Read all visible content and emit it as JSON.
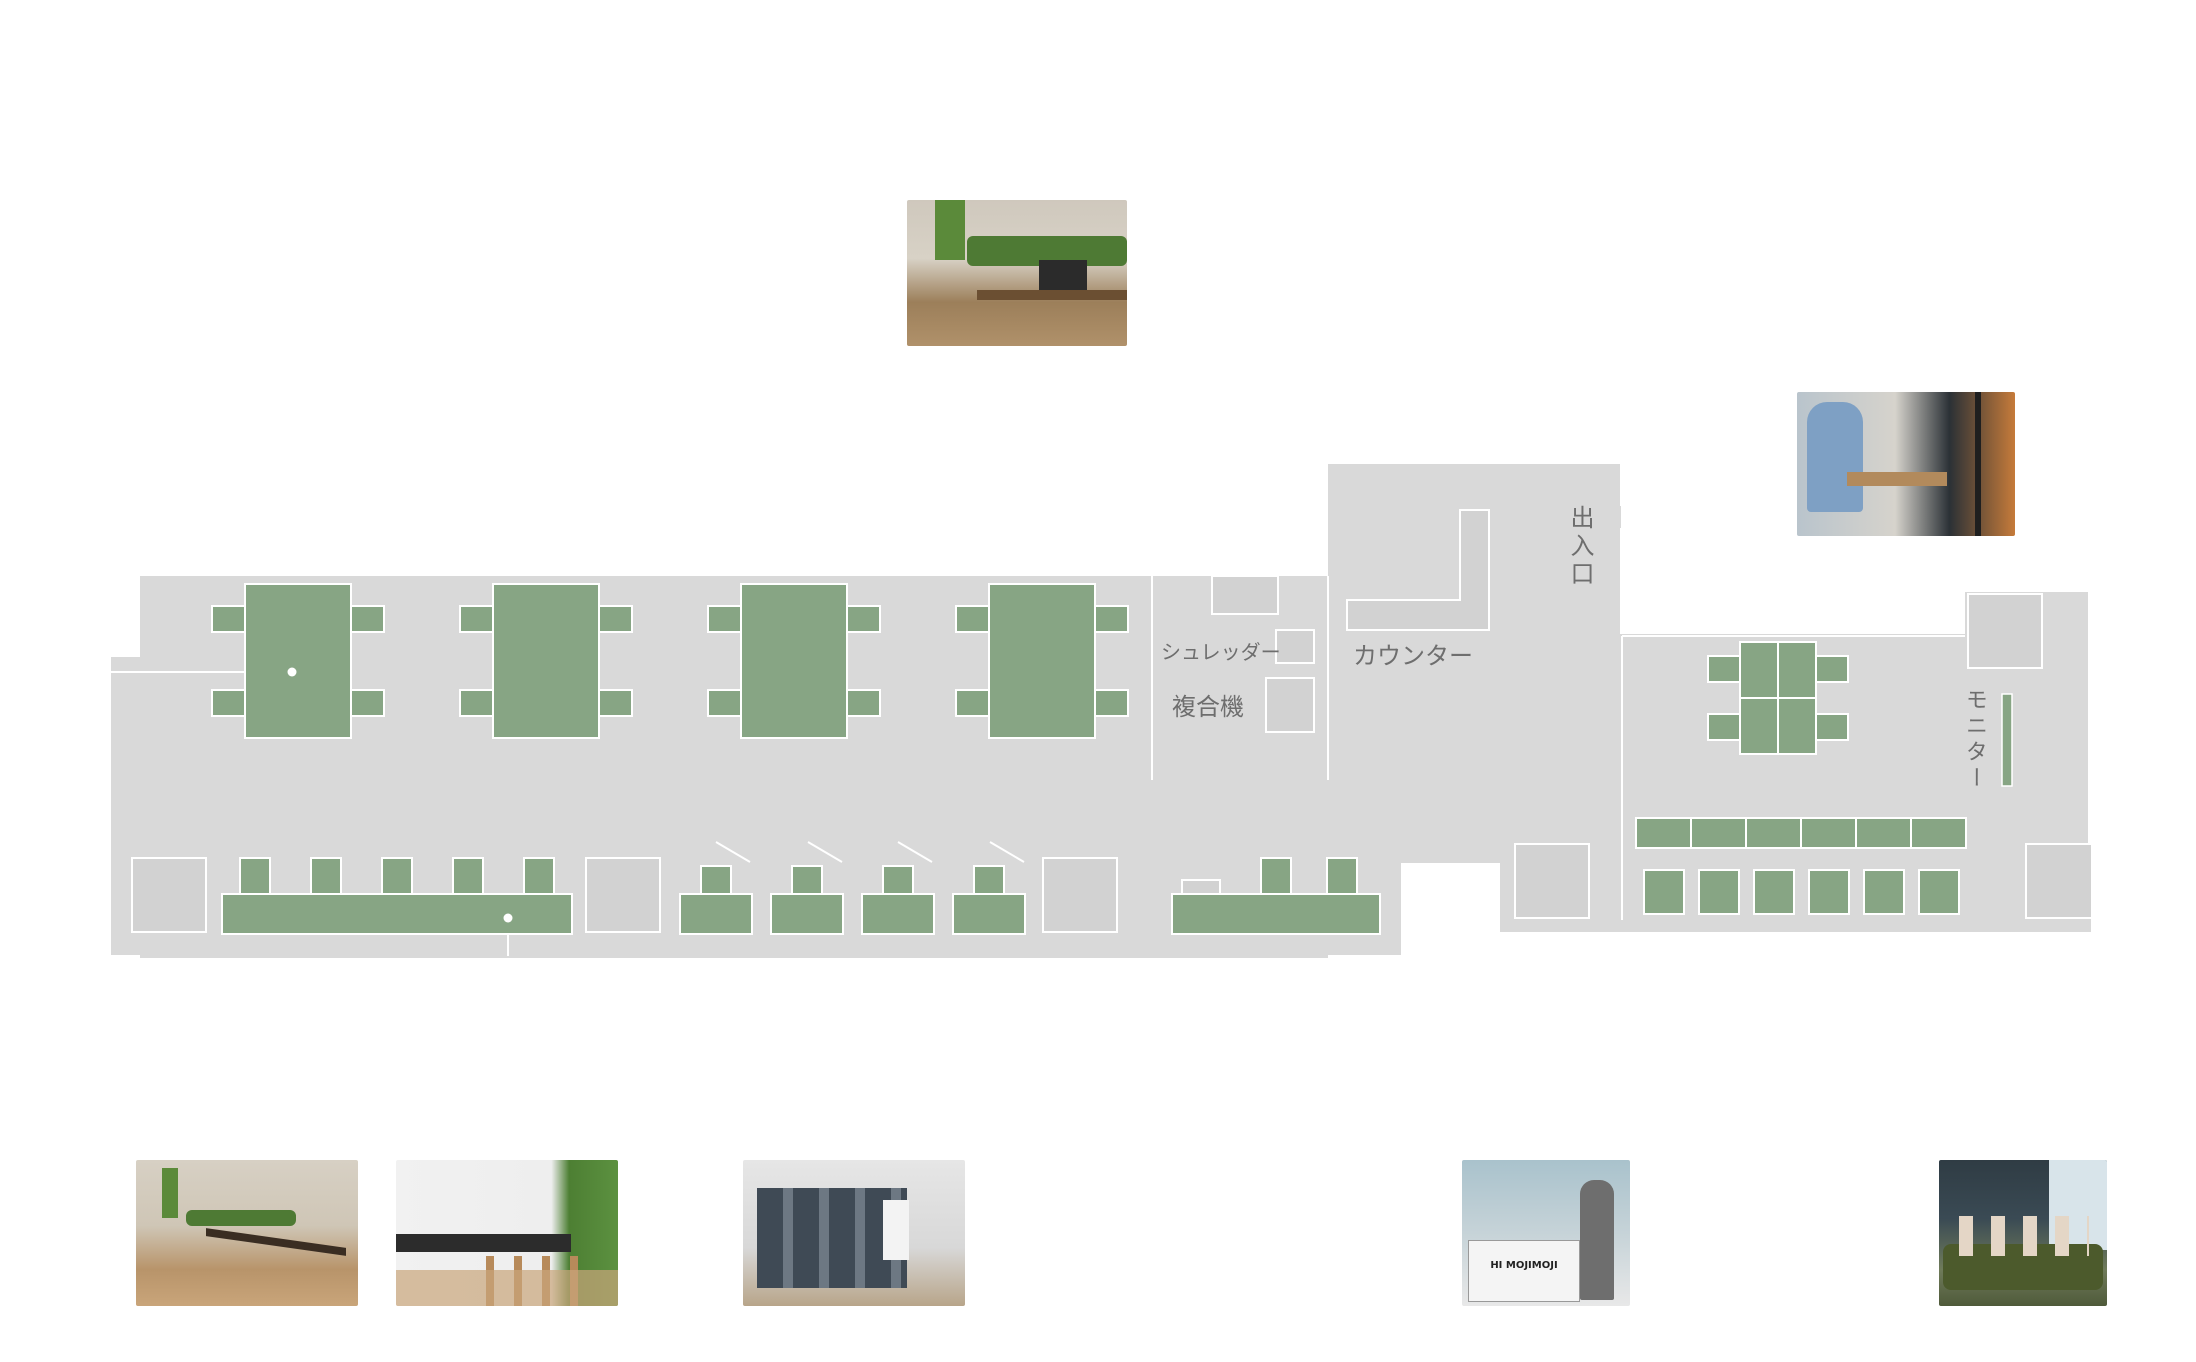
{
  "labels": {
    "shredder": "シュレッダー",
    "copier": "複合機",
    "counter": "カウンター",
    "entrance": "出入口",
    "monitor": "モニター"
  },
  "photos": {
    "top_center": {
      "name": "open-desk-area-photo"
    },
    "top_right": {
      "name": "meeting-booth-photo"
    },
    "bottom_1": {
      "name": "long-desk-area-photo"
    },
    "bottom_2": {
      "name": "counter-seats-photo"
    },
    "bottom_3": {
      "name": "phone-booths-photo"
    },
    "bottom_4": {
      "name": "himojimoji-stand-photo",
      "sign_text": "HI MOJIMOJI"
    },
    "bottom_5": {
      "name": "lounge-meeting-photo"
    }
  },
  "colors": {
    "floor": "#d9d9d9",
    "furniture": "#87a584",
    "outline": "#ffffff",
    "text": "#6e6e6e"
  }
}
